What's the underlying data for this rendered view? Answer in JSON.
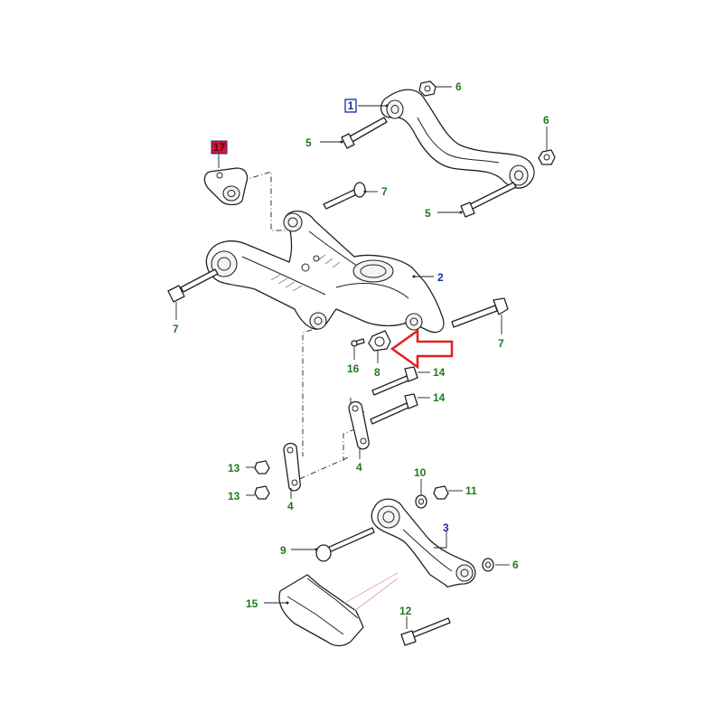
{
  "colors": {
    "green_label": "#1e7a1e",
    "blue_label": "#1a2a9a",
    "red_box": "#e0102a",
    "highlight_arrow": "#e02020",
    "faint_pink": "#e79a9a"
  },
  "callouts": {
    "c1": "1",
    "c2": "2",
    "c3": "3",
    "c4a": "4",
    "c4b": "4",
    "c5a": "5",
    "c5b": "5",
    "c6a": "6",
    "c6b": "6",
    "c6c": "6",
    "c7a": "7",
    "c7b": "7",
    "c7c": "7",
    "c8": "8",
    "c9": "9",
    "c10": "10",
    "c11": "11",
    "c12": "12",
    "c13a": "13",
    "c13b": "13",
    "c14a": "14",
    "c14b": "14",
    "c15": "15",
    "c16": "16",
    "c17": "17"
  }
}
